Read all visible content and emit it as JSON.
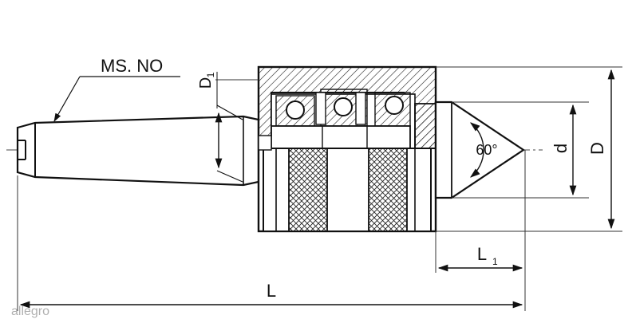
{
  "labels": {
    "morse_taper": "MS. NO",
    "angle": "60°",
    "overall_length": "L",
    "point_length_main": "L",
    "point_length_sub": "1",
    "taper_diameter_main": "D",
    "taper_diameter_sub": "1",
    "point_diameter": "d",
    "body_diameter": "D"
  },
  "watermark": "allegro"
}
